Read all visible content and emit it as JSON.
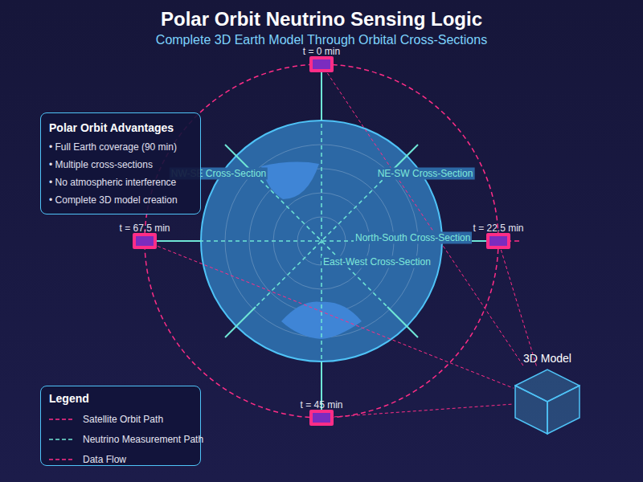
{
  "diagram": {
    "title": "Polar Orbit Neutrino Sensing Logic",
    "nodes": [
      {
        "text": [
          "t = 0 min"
        ]
      },
      {
        "text": [
          "Polar Orbit Advantages",
          "• Full Earth coverage (90 min)",
          "• Multiple cross-sections",
          "• No atmospheric interference",
          "• Complete 3D model creation"
        ]
      },
      {
        "text": [
          "t = 22.5 min"
        ]
      },
      {
        "text": [
          "t = 67.5 min"
        ]
      },
      {
        "text": [
          "3D Model"
        ]
      },
      {
        "text": [
          "t = 45 min"
        ]
      }
    ],
    "edges": [
      {
        "from": 0,
        "to": 5,
        "arrow": "none"
      },
      {
        "from": 2,
        "to": 3,
        "arrow": "none"
      },
      {
        "from": 0,
        "to": 4,
        "arrow": "none"
      },
      {
        "from": 2,
        "to": 4,
        "arrow": "none"
      },
      {
        "from": 3,
        "to": 4,
        "arrow": "none"
      },
      {
        "from": 5,
        "to": 4,
        "arrow": "none"
      }
    ],
    "labels": [
      "Complete 3D Earth Model Through Orbital Cross-Sections",
      "NW-SE Cross-Section",
      "NE-SW Cross-Section",
      "North-South Cross-Section",
      "East-West Cross-Section",
      "Legend"
    ],
    "legend": [
      {
        "text": "Satellite Orbit Path"
      },
      {
        "text": "Neutrino Measurement Path"
      },
      {
        "text": "Data Flow"
      }
    ]
  }
}
